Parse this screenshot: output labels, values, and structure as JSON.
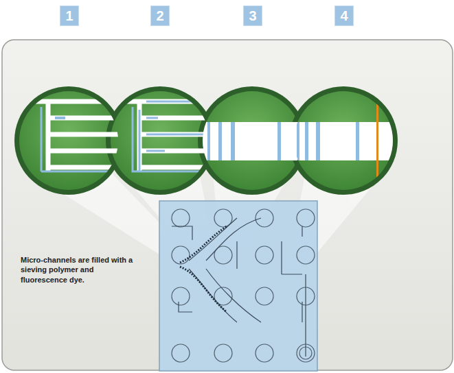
{
  "diagram": {
    "labels": [
      "1",
      "2",
      "3",
      "4",
      "Micro-channels are filled with a sieving polymer and fluorescence dye."
    ]
  }
}
